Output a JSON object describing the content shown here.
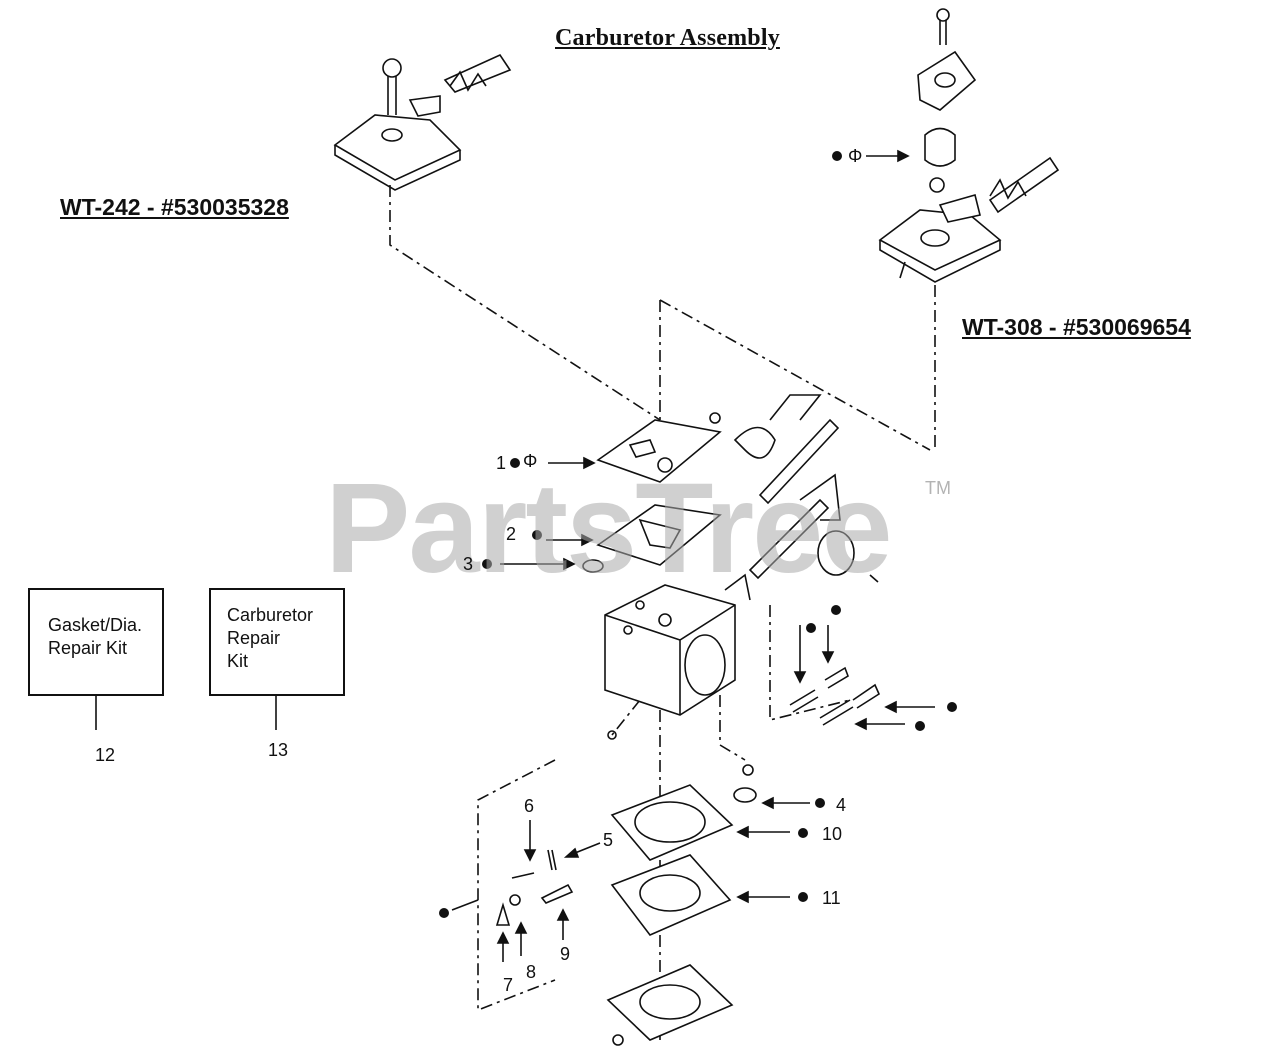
{
  "diagram": {
    "title": "Carburetor Assembly",
    "models": [
      {
        "label": "WT-242 - #530035328"
      },
      {
        "label": "WT-308 - #530069654"
      }
    ],
    "watermark": "PartsTree",
    "trademark": "TM",
    "kits": [
      {
        "lines": [
          "Gasket/Dia.",
          "Repair Kit"
        ],
        "number": "12"
      },
      {
        "lines": [
          "Carburetor",
          "Repair",
          "Kit"
        ],
        "number": "13"
      }
    ],
    "callouts": [
      "1",
      "2",
      "3",
      "4",
      "5",
      "6",
      "7",
      "8",
      "9",
      "10",
      "11"
    ],
    "symbol_phi": "Φ"
  }
}
